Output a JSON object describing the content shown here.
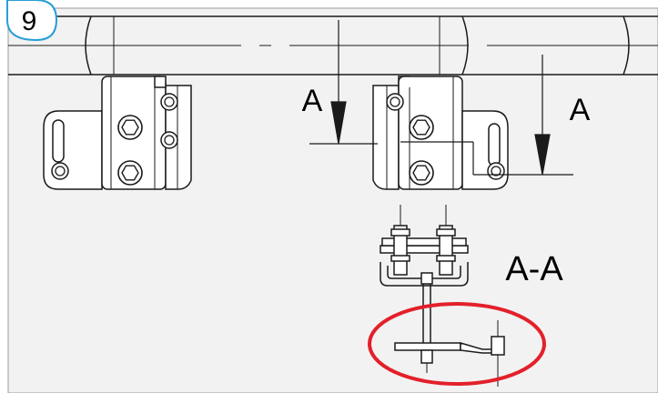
{
  "step_number": "9",
  "section_marker_label": "A",
  "section_view_label": "A-A",
  "colors": {
    "background": "#f2f2f2",
    "line": "#1a1a1a",
    "highlight": "#e3202a",
    "badge_fill": "#ffffff"
  },
  "icons": {
    "section-arrow": "down-arrow-icon",
    "highlight": "red-ellipse-icon"
  }
}
